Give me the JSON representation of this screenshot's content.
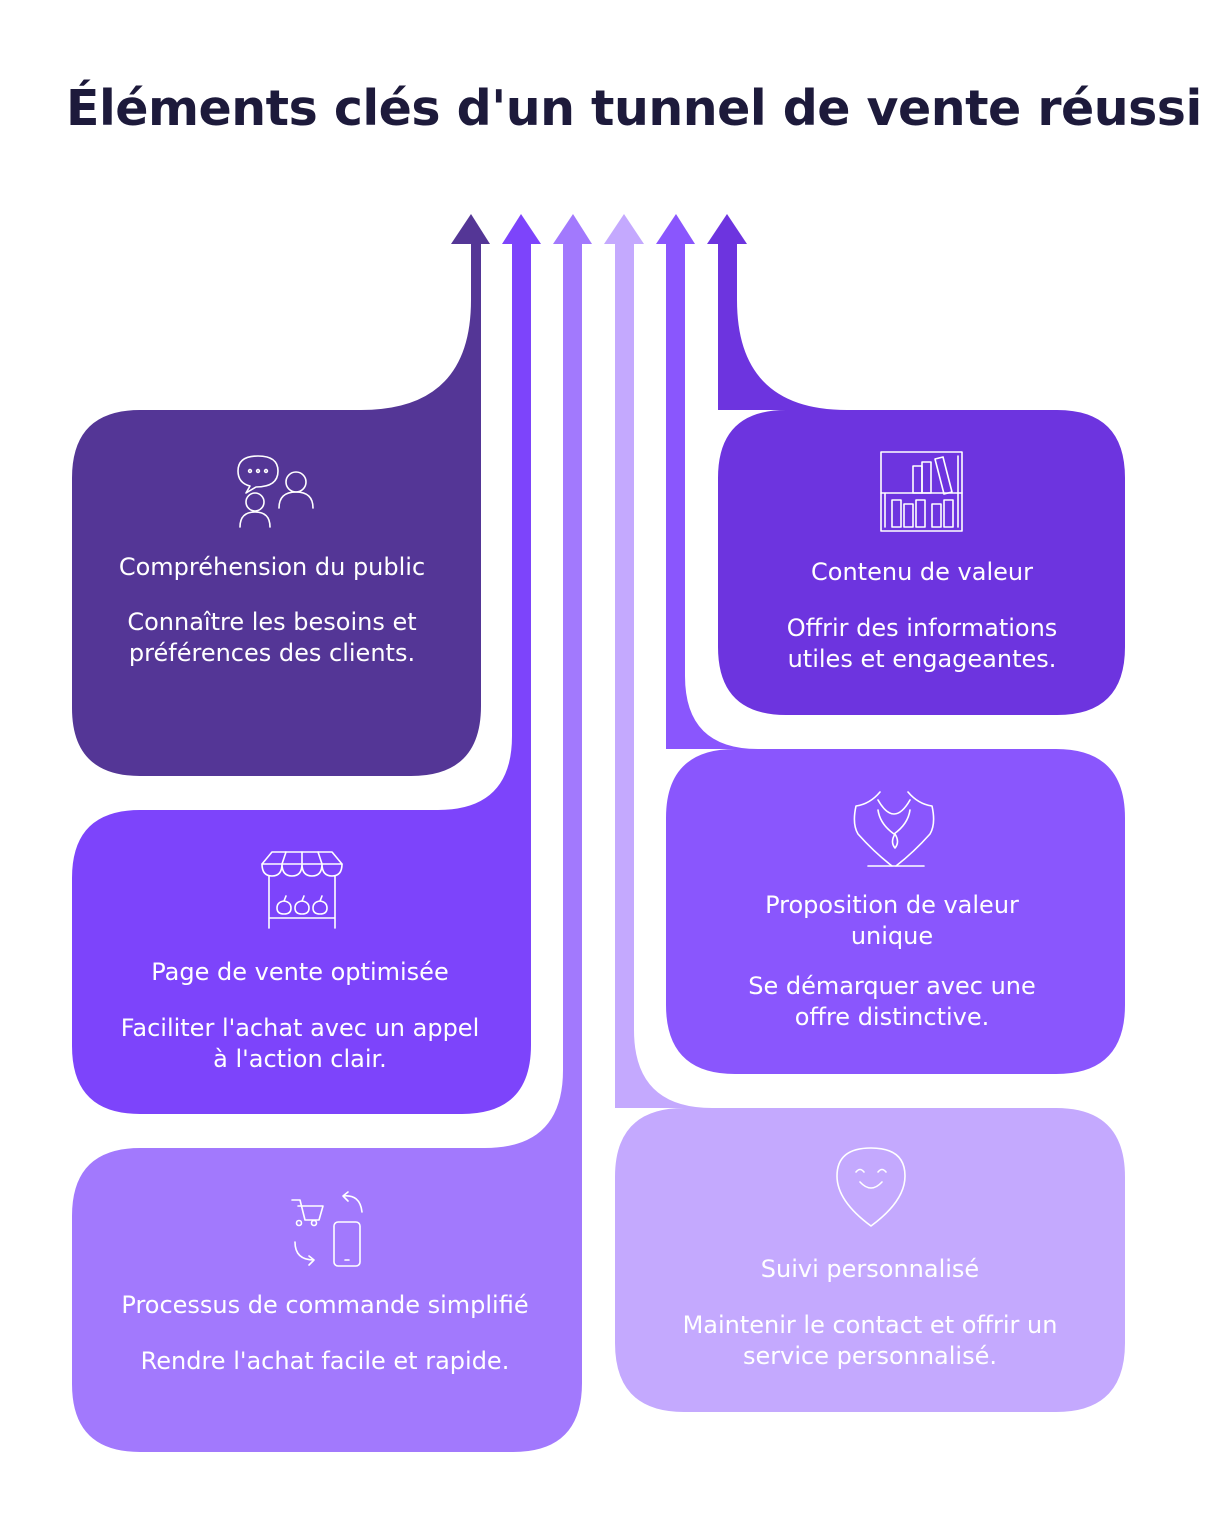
{
  "title": "Éléments clés d'un tunnel de vente réussi",
  "colors": {
    "c1": "#543696",
    "c2": "#7d44fb",
    "c3": "#a279fd",
    "c4": "#c4a9fe",
    "c5": "#8a56fd",
    "c6": "#6d34df",
    "title": "#1d1a3b"
  },
  "cards": [
    {
      "heading": "Compréhension du public",
      "description": "Connaître les besoins et préférences des clients.",
      "icon": "people-chat-icon"
    },
    {
      "heading": "Page de vente optimisée",
      "description": "Faciliter l'achat avec un appel à l'action clair.",
      "icon": "market-stall-icon"
    },
    {
      "heading": "Processus de commande simplifié",
      "description": "Rendre l'achat facile et rapide.",
      "icon": "cart-phone-icon"
    },
    {
      "heading": "Suivi personnalisé",
      "description": "Maintenir le contact et offrir un service personnalisé.",
      "icon": "smile-pin-icon"
    },
    {
      "heading": "Proposition de valeur unique",
      "description": "Se démarquer avec une offre distinctive.",
      "icon": "necklace-icon"
    },
    {
      "heading": "Contenu de valeur",
      "description": "Offrir des informations utiles et engageantes.",
      "icon": "bookshelf-icon"
    }
  ]
}
